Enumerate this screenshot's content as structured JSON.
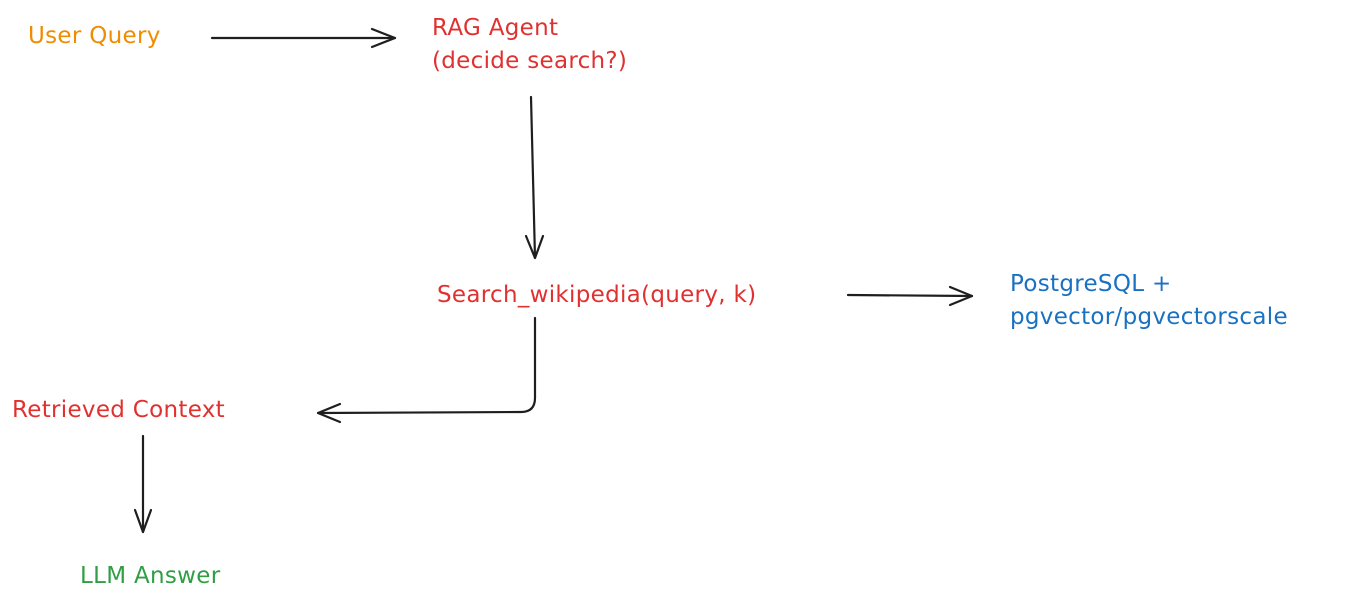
{
  "nodes": {
    "user_query": {
      "text": "User Query",
      "color": "#f08c00"
    },
    "rag_agent": {
      "line1": "RAG Agent",
      "line2": "(decide search?)",
      "color": "#e03131"
    },
    "search": {
      "text": "Search_wikipedia(query, k)",
      "color": "#e03131"
    },
    "postgres": {
      "line1": "PostgreSQL +",
      "line2": "pgvector/pgvectorscale",
      "color": "#1971c2"
    },
    "retrieved": {
      "text": "Retrieved Context",
      "color": "#e03131"
    },
    "llm_answer": {
      "text": "LLM Answer",
      "color": "#2f9e44"
    }
  },
  "arrow_color": "#1e1e1e"
}
